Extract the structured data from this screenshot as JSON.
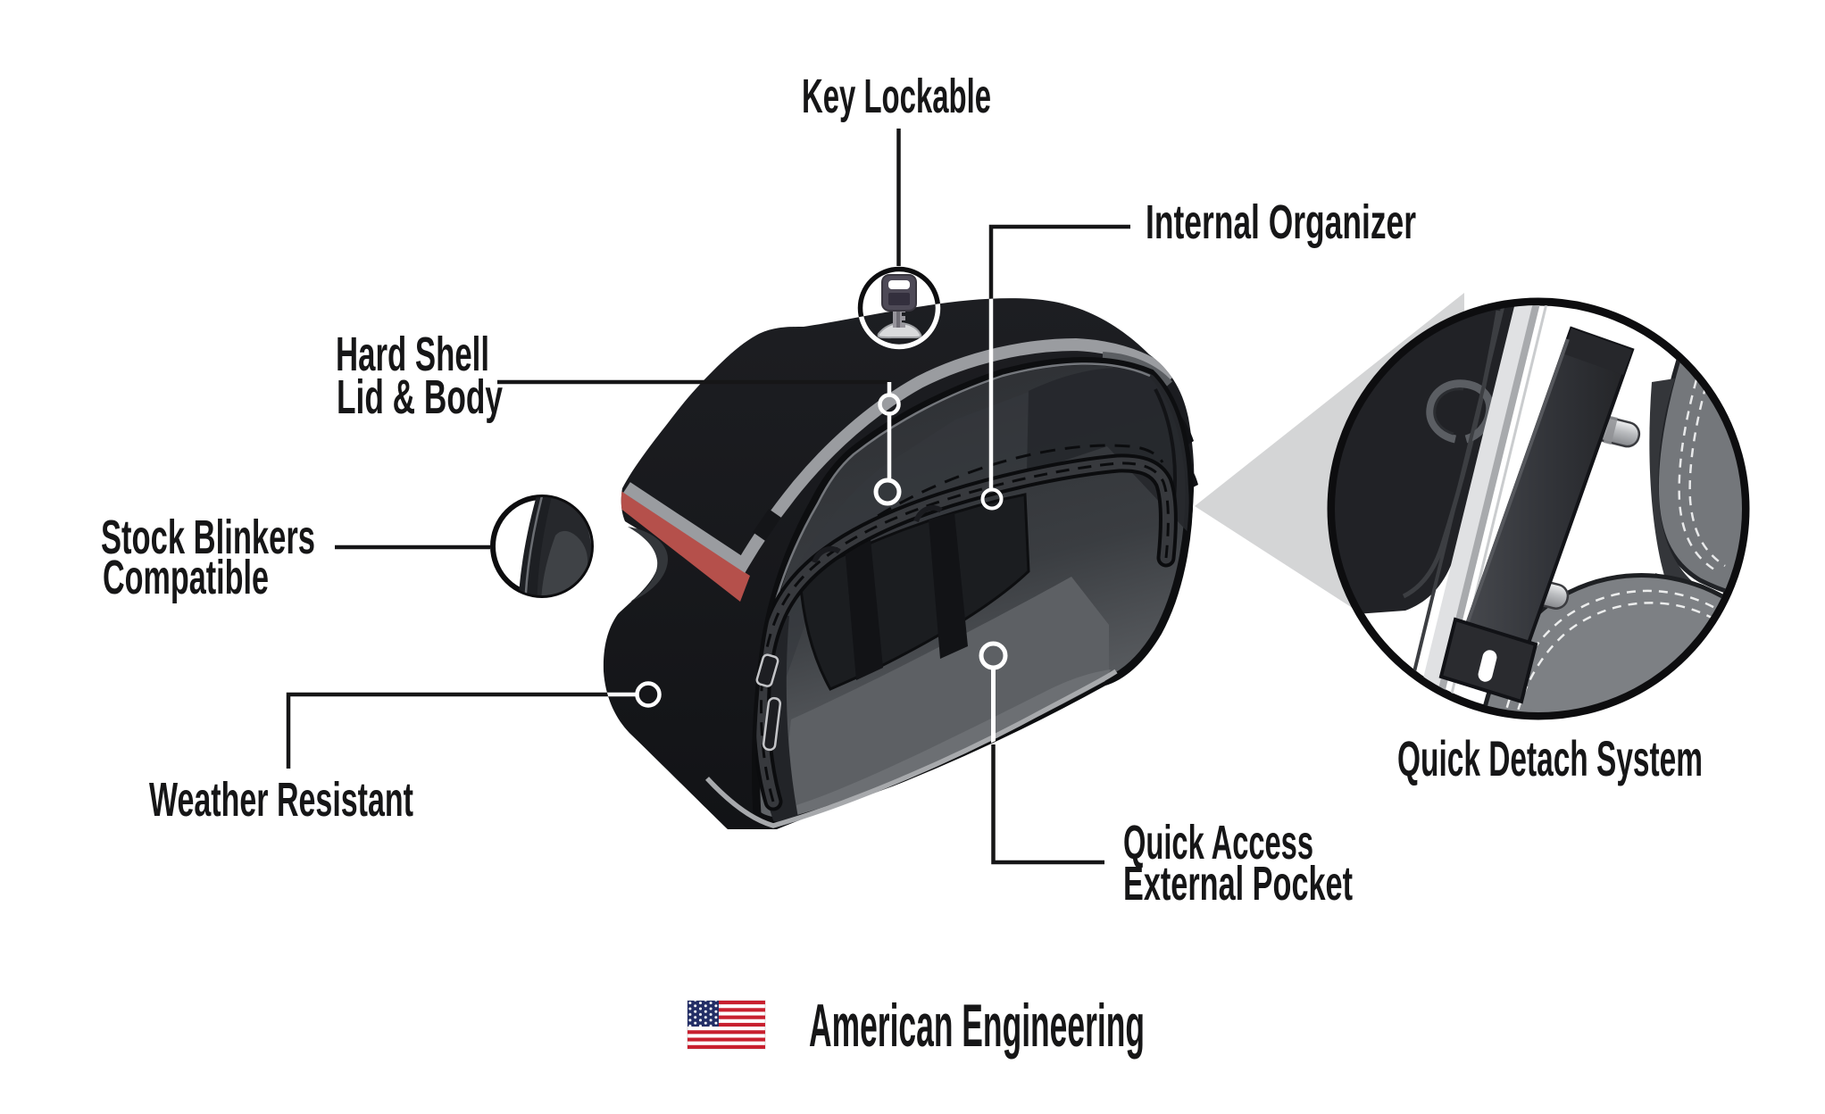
{
  "figure": {
    "type": "product-feature-diagram",
    "product": "hard-shell-motorcycle-saddlebag",
    "background_color": "#ffffff",
    "accent_red": "#b5504b",
    "trim_gray": "#9a9ca0",
    "callouts": {
      "key_lockable": {
        "label": "Key Lockable"
      },
      "internal_organizer": {
        "label": "Internal Organizer"
      },
      "hard_shell": {
        "label_line1": "Hard Shell",
        "label_line2": "Lid & Body"
      },
      "stock_blinkers": {
        "label_line1": "Stock Blinkers",
        "label_line2": "Compatible"
      },
      "weather_resistant": {
        "label": "Weather Resistant"
      },
      "quick_access": {
        "label_line1": "Quick Access",
        "label_line2": "External Pocket"
      },
      "quick_detach": {
        "label": "Quick Detach System"
      }
    },
    "footer": {
      "label": "American Engineering",
      "flag_icon": "us-flag",
      "flag_red": "#c8202f",
      "flag_blue": "#232e66"
    }
  }
}
